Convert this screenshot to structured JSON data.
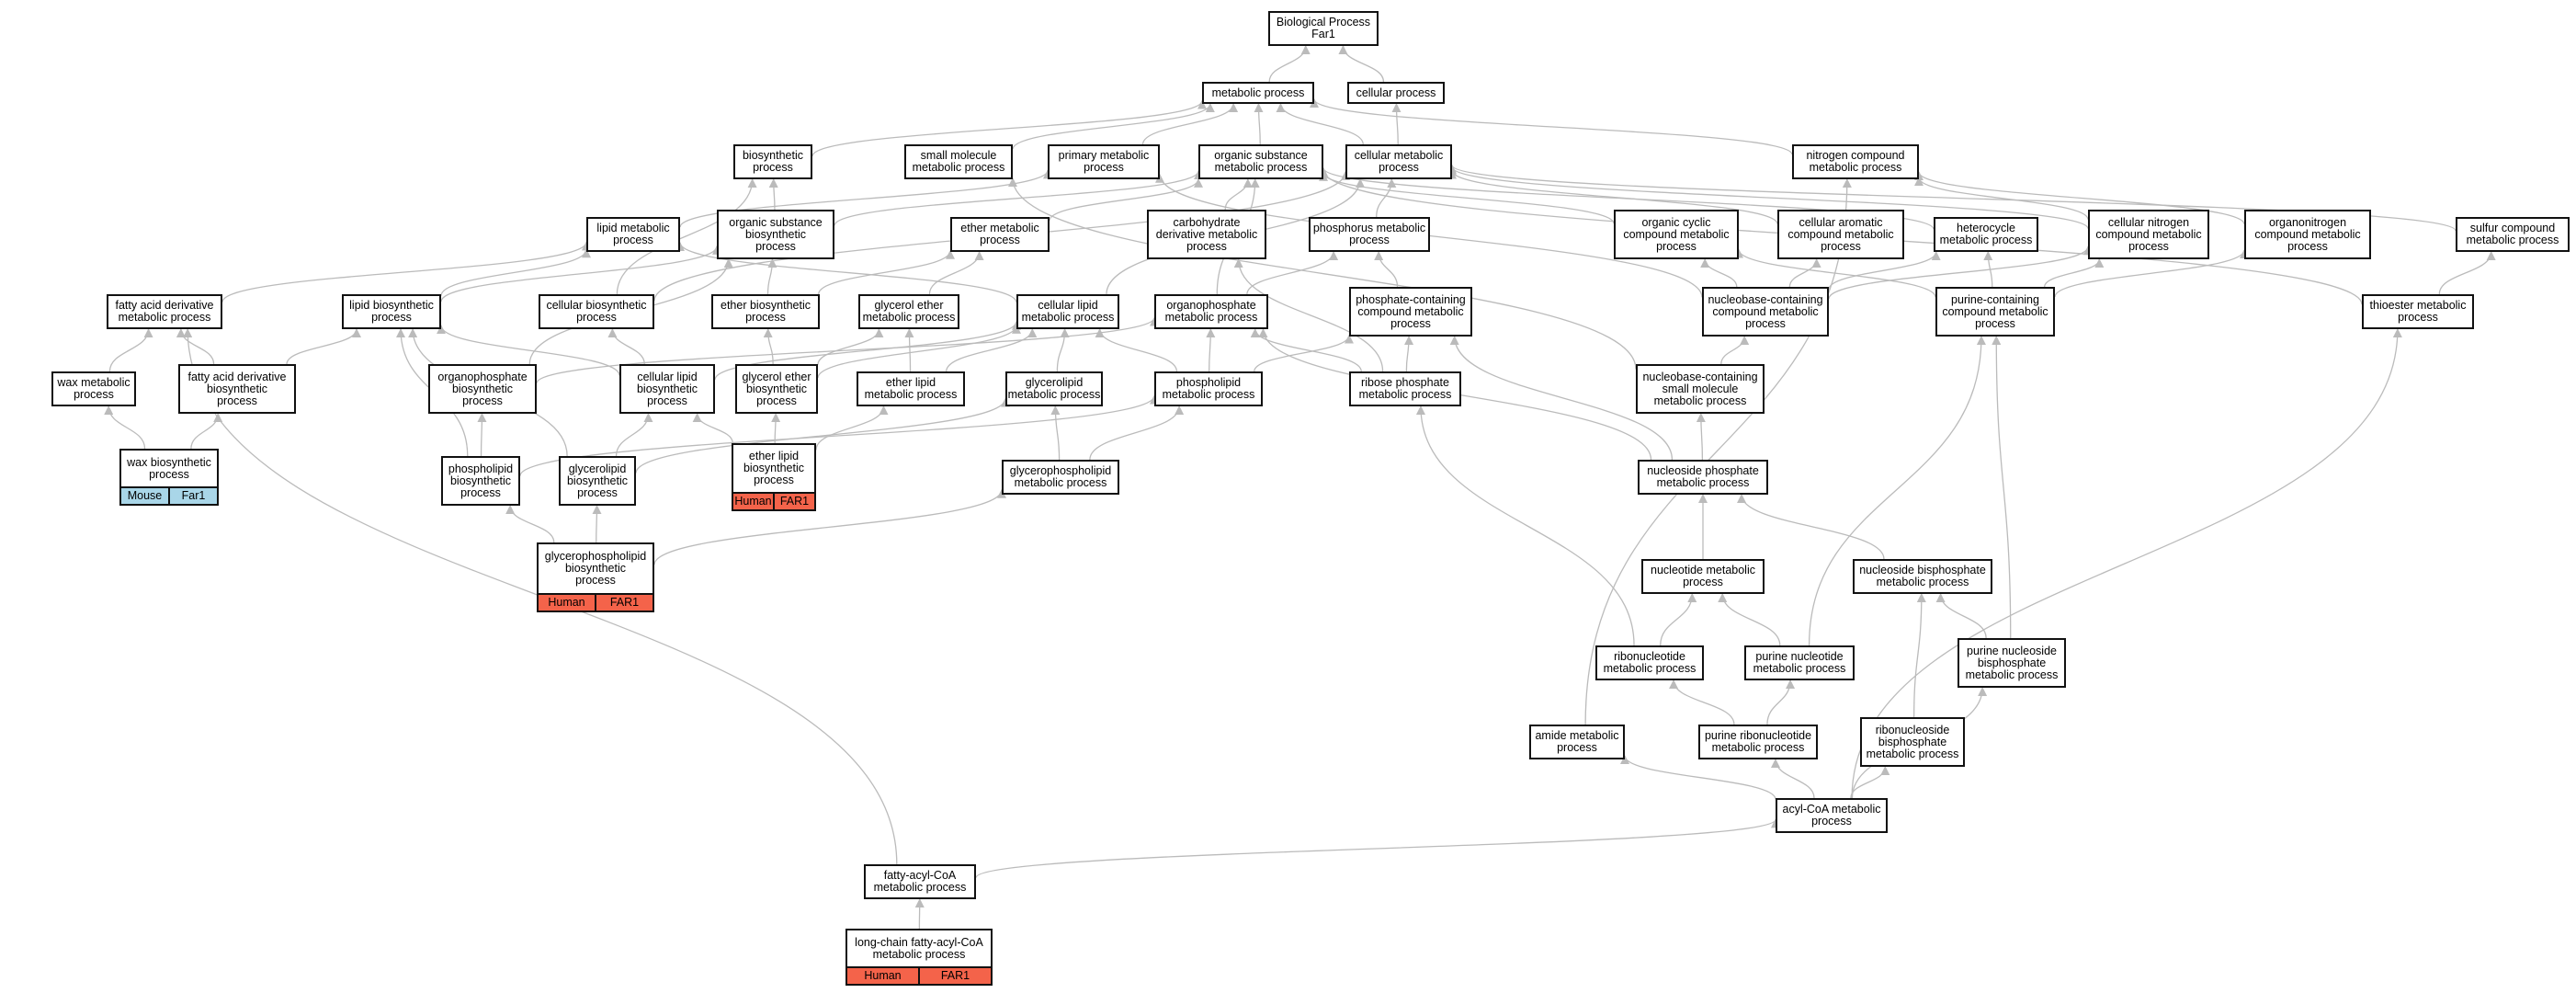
{
  "colors": {
    "edge": "#bbbbbb",
    "human": "#f4634a",
    "mouse": "#a9d6e8",
    "border": "#111111"
  },
  "nodes": [
    {
      "id": "root",
      "lines": [
        "Biological Process",
        "Far1"
      ]
    },
    {
      "id": "metabolic",
      "lines": [
        "metabolic process"
      ]
    },
    {
      "id": "cellular",
      "lines": [
        "cellular process"
      ]
    },
    {
      "id": "biosynthetic",
      "lines": [
        "biosynthetic",
        "process"
      ]
    },
    {
      "id": "small_mol",
      "lines": [
        "small molecule",
        "metabolic process"
      ]
    },
    {
      "id": "primary",
      "lines": [
        "primary metabolic",
        "process"
      ]
    },
    {
      "id": "org_sub",
      "lines": [
        "organic substance",
        "metabolic process"
      ]
    },
    {
      "id": "cell_met",
      "lines": [
        "cellular metabolic",
        "process"
      ]
    },
    {
      "id": "nitrogen",
      "lines": [
        "nitrogen compound",
        "metabolic process"
      ]
    },
    {
      "id": "lipid_met",
      "lines": [
        "lipid metabolic",
        "process"
      ]
    },
    {
      "id": "org_sub_bio",
      "lines": [
        "organic substance",
        "biosynthetic",
        "process"
      ]
    },
    {
      "id": "ether_met",
      "lines": [
        "ether metabolic",
        "process"
      ]
    },
    {
      "id": "carb_deriv",
      "lines": [
        "carbohydrate",
        "derivative metabolic",
        "process"
      ]
    },
    {
      "id": "phosphorus",
      "lines": [
        "phosphorus metabolic",
        "process"
      ]
    },
    {
      "id": "org_cyclic",
      "lines": [
        "organic cyclic",
        "compound metabolic",
        "process"
      ]
    },
    {
      "id": "cell_arom",
      "lines": [
        "cellular aromatic",
        "compound metabolic",
        "process"
      ]
    },
    {
      "id": "heterocycle",
      "lines": [
        "heterocycle",
        "metabolic process"
      ]
    },
    {
      "id": "cell_nitro",
      "lines": [
        "cellular nitrogen",
        "compound metabolic",
        "process"
      ]
    },
    {
      "id": "organonitro",
      "lines": [
        "organonitrogen",
        "compound metabolic",
        "process"
      ]
    },
    {
      "id": "sulfur",
      "lines": [
        "sulfur compound",
        "metabolic process"
      ]
    },
    {
      "id": "fa_deriv",
      "lines": [
        "fatty acid derivative",
        "metabolic process"
      ]
    },
    {
      "id": "lipid_bio",
      "lines": [
        "lipid biosynthetic",
        "process"
      ]
    },
    {
      "id": "cell_bio",
      "lines": [
        "cellular biosynthetic",
        "process"
      ]
    },
    {
      "id": "ether_bio",
      "lines": [
        "ether biosynthetic",
        "process"
      ]
    },
    {
      "id": "glyc_ether_met",
      "lines": [
        "glycerol ether",
        "metabolic process"
      ]
    },
    {
      "id": "cell_lipid_met",
      "lines": [
        "cellular lipid",
        "metabolic process"
      ]
    },
    {
      "id": "organophos",
      "lines": [
        "organophosphate",
        "metabolic process"
      ]
    },
    {
      "id": "phos_cont",
      "lines": [
        "phosphate-containing",
        "compound metabolic",
        "process"
      ]
    },
    {
      "id": "nucbase_cont",
      "lines": [
        "nucleobase-containing",
        "compound metabolic",
        "process"
      ]
    },
    {
      "id": "purine_cont",
      "lines": [
        "purine-containing",
        "compound metabolic",
        "process"
      ]
    },
    {
      "id": "thioester",
      "lines": [
        "thioester metabolic",
        "process"
      ]
    },
    {
      "id": "wax_met",
      "lines": [
        "wax metabolic",
        "process"
      ]
    },
    {
      "id": "fa_deriv_bio",
      "lines": [
        "fatty acid derivative",
        "biosynthetic",
        "process"
      ]
    },
    {
      "id": "organophos_bio",
      "lines": [
        "organophosphate",
        "biosynthetic",
        "process"
      ]
    },
    {
      "id": "cell_lipid_bio",
      "lines": [
        "cellular lipid",
        "biosynthetic",
        "process"
      ]
    },
    {
      "id": "glyc_ether_bio",
      "lines": [
        "glycerol ether",
        "biosynthetic",
        "process"
      ]
    },
    {
      "id": "ether_lipid_met",
      "lines": [
        "ether lipid",
        "metabolic process"
      ]
    },
    {
      "id": "glycerolipid_met",
      "lines": [
        "glycerolipid",
        "metabolic process"
      ]
    },
    {
      "id": "phospholipid_met",
      "lines": [
        "phospholipid",
        "metabolic process"
      ]
    },
    {
      "id": "ribose_phos",
      "lines": [
        "ribose phosphate",
        "metabolic process"
      ]
    },
    {
      "id": "nucbase_small",
      "lines": [
        "nucleobase-containing",
        "small molecule",
        "metabolic process"
      ]
    },
    {
      "id": "wax_bio",
      "lines": [
        "wax biosynthetic",
        "process"
      ],
      "tags": [
        {
          "label": "Mouse",
          "kind": "mouse"
        },
        {
          "label": "Far1",
          "kind": "mouse"
        }
      ]
    },
    {
      "id": "phospholipid_bio",
      "lines": [
        "phospholipid",
        "biosynthetic",
        "process"
      ]
    },
    {
      "id": "glycerolipid_bio",
      "lines": [
        "glycerolipid",
        "biosynthetic",
        "process"
      ]
    },
    {
      "id": "ether_lipid_bio",
      "lines": [
        "ether lipid",
        "biosynthetic",
        "process"
      ],
      "tags": [
        {
          "label": "Human",
          "kind": "human"
        },
        {
          "label": "FAR1",
          "kind": "human"
        }
      ]
    },
    {
      "id": "glycerophos_met",
      "lines": [
        "glycerophospholipid",
        "metabolic process"
      ]
    },
    {
      "id": "nucleoside_phos",
      "lines": [
        "nucleoside phosphate",
        "metabolic process"
      ]
    },
    {
      "id": "glycerophos_bio",
      "lines": [
        "glycerophospholipid",
        "biosynthetic",
        "process"
      ],
      "tags": [
        {
          "label": "Human",
          "kind": "human"
        },
        {
          "label": "FAR1",
          "kind": "human"
        }
      ]
    },
    {
      "id": "nucleotide",
      "lines": [
        "nucleotide metabolic",
        "process"
      ]
    },
    {
      "id": "nucleoside_bis",
      "lines": [
        "nucleoside bisphosphate",
        "metabolic process"
      ]
    },
    {
      "id": "ribonucleotide",
      "lines": [
        "ribonucleotide",
        "metabolic process"
      ]
    },
    {
      "id": "purine_nucleotide",
      "lines": [
        "purine nucleotide",
        "metabolic process"
      ]
    },
    {
      "id": "purine_nuc_bis",
      "lines": [
        "purine nucleoside",
        "bisphosphate",
        "metabolic process"
      ]
    },
    {
      "id": "amide",
      "lines": [
        "amide metabolic",
        "process"
      ]
    },
    {
      "id": "purine_ribo",
      "lines": [
        "purine ribonucleotide",
        "metabolic process"
      ]
    },
    {
      "id": "ribonucleoside_bis",
      "lines": [
        "ribonucleoside",
        "bisphosphate",
        "metabolic process"
      ]
    },
    {
      "id": "acyl_coa",
      "lines": [
        "acyl-CoA metabolic",
        "process"
      ]
    },
    {
      "id": "fatty_acyl_coa",
      "lines": [
        "fatty-acyl-CoA",
        "metabolic process"
      ]
    },
    {
      "id": "long_chain",
      "lines": [
        "long-chain fatty-acyl-CoA",
        "metabolic process"
      ],
      "tags": [
        {
          "label": "Human",
          "kind": "human"
        },
        {
          "label": "FAR1",
          "kind": "human"
        }
      ]
    }
  ],
  "edges": [
    [
      "metabolic",
      "root"
    ],
    [
      "cellular",
      "root"
    ],
    [
      "biosynthetic",
      "metabolic"
    ],
    [
      "small_mol",
      "metabolic"
    ],
    [
      "primary",
      "metabolic"
    ],
    [
      "org_sub",
      "metabolic"
    ],
    [
      "cell_met",
      "metabolic"
    ],
    [
      "nitrogen",
      "metabolic"
    ],
    [
      "cell_met",
      "cellular"
    ],
    [
      "lipid_met",
      "primary"
    ],
    [
      "org_sub_bio",
      "biosynthetic"
    ],
    [
      "org_sub_bio",
      "org_sub"
    ],
    [
      "ether_met",
      "org_sub"
    ],
    [
      "carb_deriv",
      "org_sub"
    ],
    [
      "phosphorus",
      "cell_met"
    ],
    [
      "org_cyclic",
      "org_sub"
    ],
    [
      "cell_arom",
      "cell_met"
    ],
    [
      "heterocycle",
      "org_sub"
    ],
    [
      "cell_nitro",
      "nitrogen"
    ],
    [
      "cell_nitro",
      "cell_met"
    ],
    [
      "organonitro",
      "nitrogen"
    ],
    [
      "sulfur",
      "cell_met"
    ],
    [
      "fa_deriv",
      "lipid_met"
    ],
    [
      "lipid_bio",
      "lipid_met"
    ],
    [
      "lipid_bio",
      "org_sub_bio"
    ],
    [
      "cell_bio",
      "biosynthetic"
    ],
    [
      "cell_bio",
      "cell_met"
    ],
    [
      "ether_bio",
      "ether_met"
    ],
    [
      "ether_bio",
      "org_sub_bio"
    ],
    [
      "glyc_ether_met",
      "ether_met"
    ],
    [
      "cell_lipid_met",
      "lipid_met"
    ],
    [
      "cell_lipid_met",
      "cell_met"
    ],
    [
      "organophos",
      "phosphorus"
    ],
    [
      "organophos",
      "org_sub"
    ],
    [
      "phos_cont",
      "phosphorus"
    ],
    [
      "nucbase_cont",
      "org_cyclic"
    ],
    [
      "nucbase_cont",
      "cell_arom"
    ],
    [
      "nucbase_cont",
      "heterocycle"
    ],
    [
      "nucbase_cont",
      "cell_nitro"
    ],
    [
      "nucbase_cont",
      "primary"
    ],
    [
      "purine_cont",
      "heterocycle"
    ],
    [
      "purine_cont",
      "cell_nitro"
    ],
    [
      "purine_cont",
      "organonitro"
    ],
    [
      "purine_cont",
      "org_cyclic"
    ],
    [
      "thioester",
      "sulfur"
    ],
    [
      "thioester",
      "org_sub"
    ],
    [
      "wax_met",
      "fa_deriv"
    ],
    [
      "fa_deriv_bio",
      "fa_deriv"
    ],
    [
      "fa_deriv_bio",
      "lipid_bio"
    ],
    [
      "organophos_bio",
      "organophos"
    ],
    [
      "organophos_bio",
      "org_sub_bio"
    ],
    [
      "cell_lipid_bio",
      "cell_lipid_met"
    ],
    [
      "cell_lipid_bio",
      "lipid_bio"
    ],
    [
      "cell_lipid_bio",
      "cell_bio"
    ],
    [
      "glyc_ether_bio",
      "glyc_ether_met"
    ],
    [
      "glyc_ether_bio",
      "ether_bio"
    ],
    [
      "glyc_ether_bio",
      "cell_lipid_met"
    ],
    [
      "ether_lipid_met",
      "glyc_ether_met"
    ],
    [
      "ether_lipid_met",
      "cell_lipid_met"
    ],
    [
      "glycerolipid_met",
      "cell_lipid_met"
    ],
    [
      "phospholipid_met",
      "organophos"
    ],
    [
      "phospholipid_met",
      "cell_lipid_met"
    ],
    [
      "phospholipid_met",
      "phos_cont"
    ],
    [
      "ribose_phos",
      "carb_deriv"
    ],
    [
      "ribose_phos",
      "phos_cont"
    ],
    [
      "ribose_phos",
      "organophos"
    ],
    [
      "nucbase_small",
      "nucbase_cont"
    ],
    [
      "nucbase_small",
      "small_mol"
    ],
    [
      "wax_bio",
      "wax_met"
    ],
    [
      "wax_bio",
      "fa_deriv_bio"
    ],
    [
      "phospholipid_bio",
      "phospholipid_met"
    ],
    [
      "phospholipid_bio",
      "organophos_bio"
    ],
    [
      "phospholipid_bio",
      "lipid_bio"
    ],
    [
      "glycerolipid_bio",
      "glycerolipid_met"
    ],
    [
      "glycerolipid_bio",
      "cell_lipid_bio"
    ],
    [
      "glycerolipid_bio",
      "lipid_bio"
    ],
    [
      "ether_lipid_bio",
      "ether_lipid_met"
    ],
    [
      "ether_lipid_bio",
      "glyc_ether_bio"
    ],
    [
      "ether_lipid_bio",
      "cell_lipid_bio"
    ],
    [
      "glycerophos_met",
      "phospholipid_met"
    ],
    [
      "glycerophos_met",
      "glycerolipid_met"
    ],
    [
      "nucleoside_phos",
      "nucbase_small"
    ],
    [
      "nucleoside_phos",
      "organophos"
    ],
    [
      "nucleoside_phos",
      "phos_cont"
    ],
    [
      "glycerophos_bio",
      "glycerophos_met"
    ],
    [
      "glycerophos_bio",
      "phospholipid_bio"
    ],
    [
      "glycerophos_bio",
      "glycerolipid_bio"
    ],
    [
      "nucleotide",
      "nucleoside_phos"
    ],
    [
      "nucleoside_bis",
      "nucleoside_phos"
    ],
    [
      "ribonucleotide",
      "nucleotide"
    ],
    [
      "ribonucleotide",
      "ribose_phos"
    ],
    [
      "purine_nucleotide",
      "nucleotide"
    ],
    [
      "purine_nucleotide",
      "purine_cont"
    ],
    [
      "purine_nuc_bis",
      "nucleoside_bis"
    ],
    [
      "purine_nuc_bis",
      "purine_cont"
    ],
    [
      "purine_ribo",
      "ribonucleotide"
    ],
    [
      "purine_ribo",
      "purine_nucleotide"
    ],
    [
      "ribonucleoside_bis",
      "nucleoside_bis"
    ],
    [
      "amide",
      "nitrogen"
    ],
    [
      "acyl_coa",
      "amide"
    ],
    [
      "acyl_coa",
      "purine_ribo"
    ],
    [
      "acyl_coa",
      "ribonucleoside_bis"
    ],
    [
      "acyl_coa",
      "purine_nuc_bis"
    ],
    [
      "acyl_coa",
      "thioester"
    ],
    [
      "fatty_acyl_coa",
      "acyl_coa"
    ],
    [
      "fatty_acyl_coa",
      "fa_deriv"
    ],
    [
      "long_chain",
      "fatty_acyl_coa"
    ]
  ]
}
